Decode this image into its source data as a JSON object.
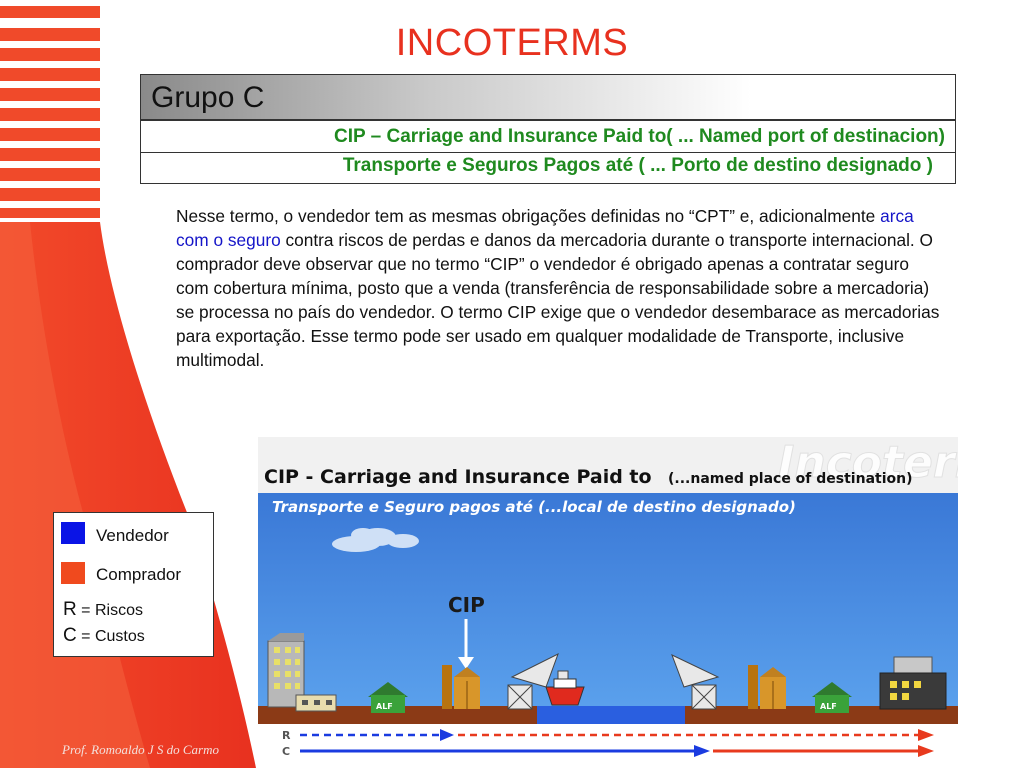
{
  "title": "INCOTERMS",
  "group_heading": "Grupo C",
  "term": {
    "english": "CIP – Carriage and Insurance Paid to( ... Named port of destinacion)",
    "portuguese": "Transporte e Seguros Pagos até ( ... Porto de destino designado )"
  },
  "body": {
    "part1": "Nesse termo, o vendedor tem as mesmas obrigações definidas no “CPT” e, adicionalmente ",
    "highlight": "arca com o seguro",
    "part2": " contra riscos de perdas e danos da mercadoria durante o transporte internacional. O comprador deve observar que no termo “CIP” o vendedor é obrigado apenas a contratar seguro com cobertura mínima, posto que a venda (transferência de responsabilidade sobre a mercadoria) se processa no país do vendedor. O termo CIP exige que o vendedor desembarace as mercadorias para exportação. Esse termo pode ser usado em qualquer modalidade de Transporte, inclusive multimodal."
  },
  "diagram": {
    "watermark": "Incoterms",
    "title_main": "CIP - Carriage and Insurance Paid to",
    "title_sub": "(...named place of destination)",
    "subtitle": "Transporte e Seguro pagos até (...local de destino designado)",
    "point_label": "CIP",
    "warehouse_label": "ALF",
    "row_r": "R",
    "row_c": "C"
  },
  "legend": {
    "seller": "Vendedor",
    "buyer": "Comprador",
    "risk_letter": "R",
    "risk_text": " = Riscos",
    "cost_letter": "C",
    "cost_text": " = Custos"
  },
  "footer": "Prof. Romoaldo J S do Carmo",
  "colors": {
    "title": "#e8311f",
    "term_text": "#1f8a1f",
    "highlight": "#1515c8",
    "seller": "#0a14e6",
    "buyer": "#f04a1e",
    "sky": "#3f7ed8",
    "ground": "#8b3a16"
  }
}
